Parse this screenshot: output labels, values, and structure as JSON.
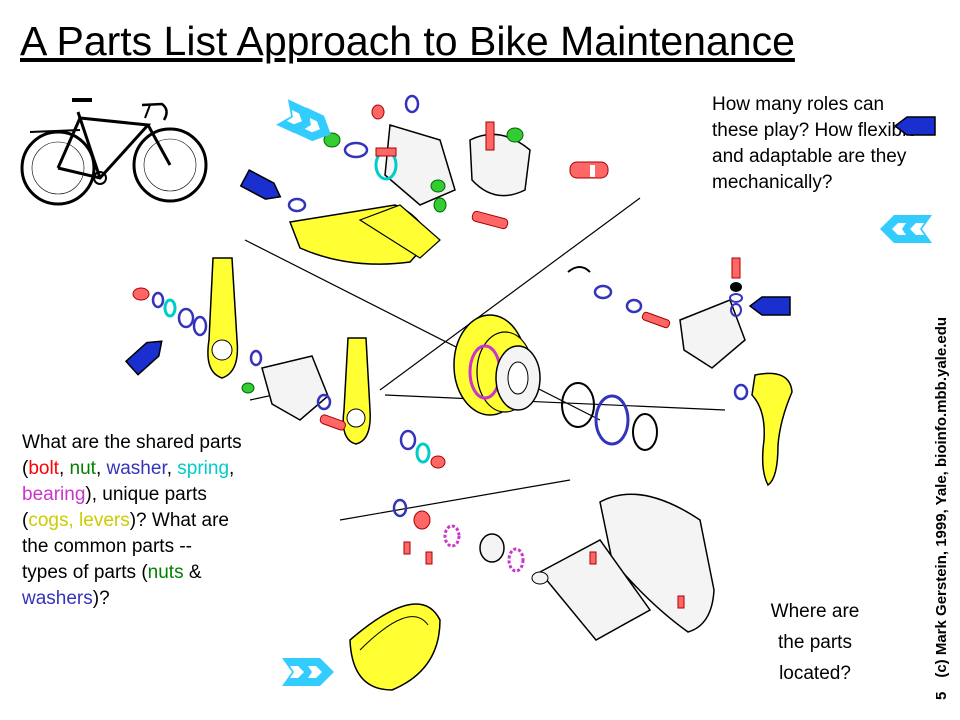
{
  "title": "A Parts List Approach to Bike Maintenance",
  "questions": {
    "roles": "How many roles can these play? How flexible and adaptable are they mechanically?",
    "shared": {
      "p1": "What are the shared parts (",
      "bolt": "bolt",
      "c1": ", ",
      "nut": "nut",
      "c2": ", ",
      "washer": "washer",
      "c3": ", ",
      "spring": "spring",
      "c4": ", ",
      "bearing": "bearing",
      "p2": "), unique parts (",
      "cogs": "cogs,",
      "sp": " ",
      "levers": "levers",
      "p3": ")? What are the common parts -- types of parts (",
      "nuts": "nuts",
      "amp": " & ",
      "washers": "washers",
      "p4": ")?"
    },
    "located": {
      "l1": "Where are",
      "l2": "the parts",
      "l3": "located?"
    }
  },
  "credit": {
    "slide_number": "5",
    "text": "(c) Mark Gerstein, 1999, Yale, bioinfo.mbb.yale.edu"
  },
  "colors": {
    "bolt": "#ff0000",
    "nut": "#008000",
    "washer": "#3333bb",
    "spring": "#00cccc",
    "bearing": "#cc33cc",
    "cogs_levers": "#cccc00",
    "arrow_fill": "#1a2fd0",
    "arrow_cyan": "#33ccff"
  },
  "icons": [
    "bicycle-icon",
    "arrow-icon",
    "double-chevron-icon"
  ]
}
